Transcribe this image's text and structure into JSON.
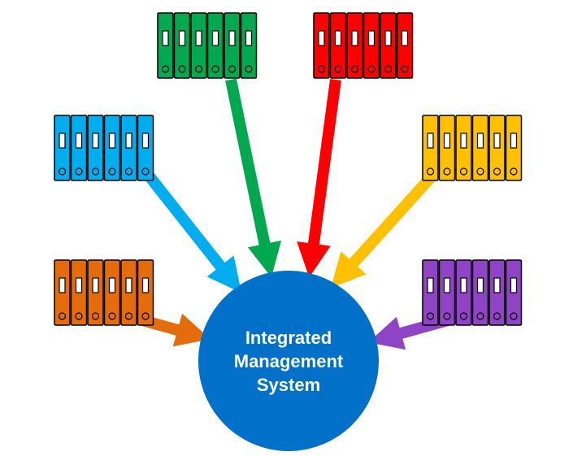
{
  "hub": {
    "lines": [
      "Integrated",
      "Management",
      "System"
    ],
    "color": "#0070C8",
    "text_color": "#FFFFFF"
  },
  "binder_groups": [
    {
      "id": "green",
      "color": "#00A84F",
      "binders": 6
    },
    {
      "id": "red",
      "color": "#FF0000",
      "binders": 6
    },
    {
      "id": "blue",
      "color": "#00AEEF",
      "binders": 6
    },
    {
      "id": "yellow",
      "color": "#FFC000",
      "binders": 6
    },
    {
      "id": "orange",
      "color": "#E46C0A",
      "binders": 6
    },
    {
      "id": "purple",
      "color": "#8E44C4",
      "binders": 6
    }
  ],
  "binder_outline_color": "#000000"
}
